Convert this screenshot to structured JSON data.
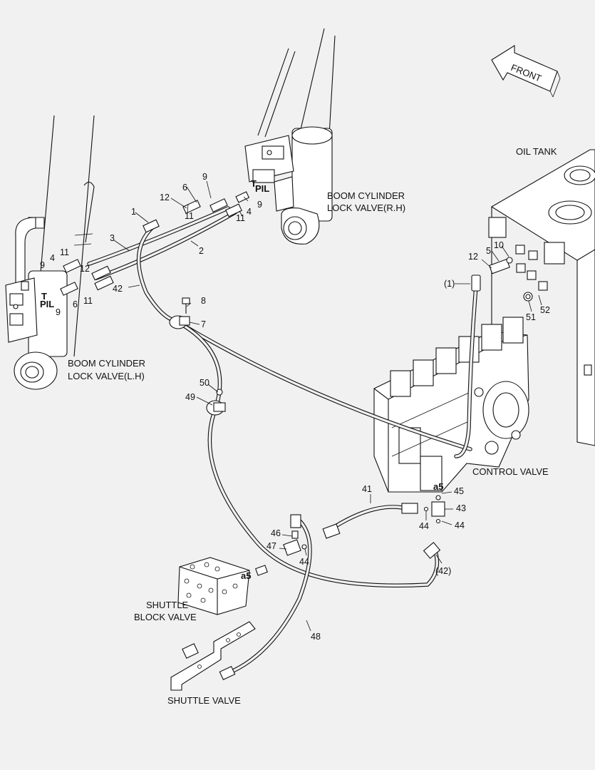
{
  "labels": {
    "front": "FRONT",
    "oil_tank": "OIL TANK",
    "boom_rh_1": "BOOM CYLINDER",
    "boom_rh_2": "LOCK VALVE(R.H)",
    "boom_lh_1": "BOOM CYLINDER",
    "boom_lh_2": "LOCK VALVE(L.H)",
    "control_valve": "CONTROL VALVE",
    "shuttle_block_1": "SHUTTLE",
    "shuttle_block_2": "BLOCK VALVE",
    "shuttle_valve": "SHUTTLE VALVE",
    "port_t": "T",
    "port_pil": "PIL",
    "a5": "a5"
  },
  "callouts": {
    "c1": "1",
    "c2": "2",
    "c3": "3",
    "c4": "4",
    "c5": "5",
    "c6": "6",
    "c7": "7",
    "c8": "8",
    "c9": "9",
    "c10": "10",
    "c11": "11",
    "c12": "12",
    "c41": "41",
    "c42": "42",
    "c43": "43",
    "c44": "44",
    "c45": "45",
    "c46": "46",
    "c47": "47",
    "c48": "48",
    "c49": "49",
    "c50": "50",
    "c51": "51",
    "c52": "52",
    "c1p": "(1)",
    "c42p": "(42)"
  }
}
